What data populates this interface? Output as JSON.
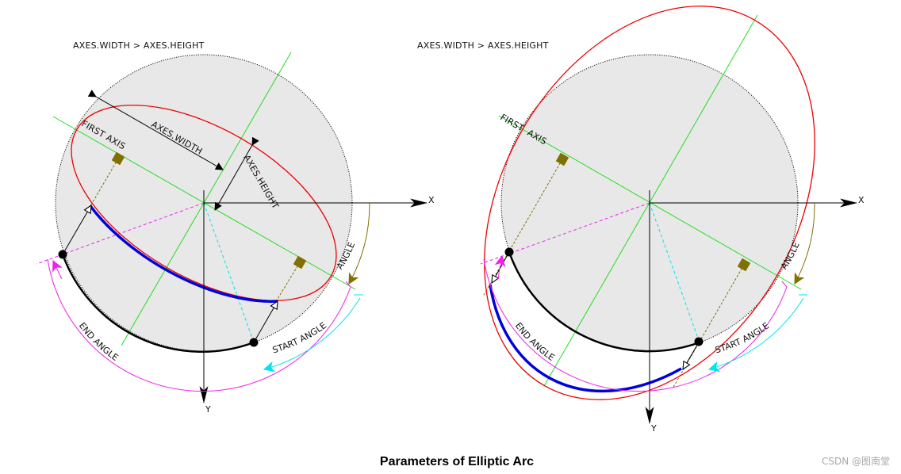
{
  "panels": [
    {
      "heading": "AXES.WIDTH > AXES.HEIGHT",
      "x_axis_label": "X",
      "y_axis_label": "Y",
      "first_axis_label": "FIRST AXIS",
      "axes_width_label": "AXES.WIDTH",
      "axes_height_label": "AXES.HEIGHT",
      "angle_label": "ANGLE",
      "start_angle_label": "START ANGLE",
      "end_angle_label": "END ANGLE"
    },
    {
      "heading": "AXES.WIDTH > AXES.HEIGHT",
      "x_axis_label": "X",
      "y_axis_label": "Y",
      "first_axis_label": "FIRST  AXIS",
      "angle_label": "ANGLE",
      "start_angle_label": "START ANGLE",
      "end_angle_label": "END ANGLE"
    }
  ],
  "caption": "Parameters of Elliptic Arc",
  "watermark": "CSDN @图南堂",
  "colors": {
    "disc_fill": "#e8e8e8",
    "ellipse": "#ee0000",
    "arc": "#0000dd",
    "first_axis": "#22dd22",
    "end_angle": "#ee22ee",
    "start_angle": "#00e5ee",
    "angle": "#807000"
  }
}
